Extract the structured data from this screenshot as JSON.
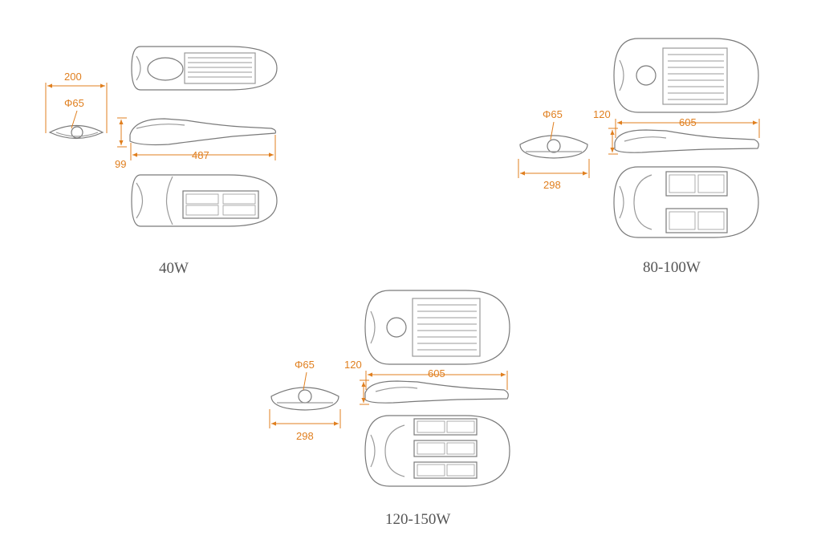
{
  "colors": {
    "outline": "#7a7a7a",
    "detail": "#9a9a9a",
    "dimension": "#e07f1f",
    "caption": "#555555"
  },
  "models": {
    "w40": {
      "caption": "40W",
      "dims": {
        "width": "200",
        "diameter": "Φ65",
        "height": "99",
        "length": "487"
      }
    },
    "w80": {
      "caption": "80-100W",
      "dims": {
        "diameter": "Φ65",
        "height": "120",
        "length": "605",
        "width": "298"
      }
    },
    "w120": {
      "caption": "120-150W",
      "dims": {
        "diameter": "Φ65",
        "height": "120",
        "length": "605",
        "width": "298"
      }
    }
  }
}
